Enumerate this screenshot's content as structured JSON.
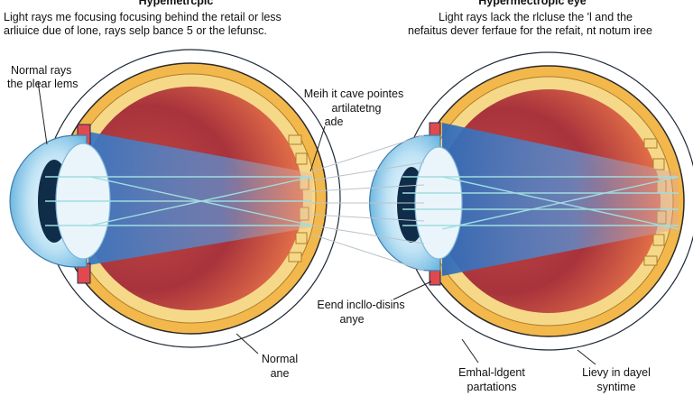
{
  "left_panel": {
    "title": "Hypemetrcpic",
    "caption_line1": "Light  rays me focusing focusing behind  the retail or less",
    "caption_line2": "arliuice due of  lone, rays selp bance 5 or the lefunsc.",
    "label_normal_rays_line1": "Normal rays",
    "label_normal_rays_line2": "the plear lems",
    "label_normal_line1": "Normal",
    "label_normal_line2": "ane"
  },
  "right_panel": {
    "title": "Hypermectropic eye",
    "caption_line1": "Light rays lack  the rlcluse  the 'l and  the",
    "caption_line2": "nefaitus dever ferfaue for  the refait,  nt notum iree",
    "label_emhal_line1": "Emhal-ldgent",
    "label_emhal_line2": "partations",
    "label_lievy_line1": "Lievy in dayel",
    "label_lievy_line2": "syntime"
  },
  "center_labels": {
    "top_line1": "Meih it cave pointes",
    "top_line2": "artilatetng",
    "top_line3": "ade",
    "bottom_line1": "Eend incllo-disins",
    "bottom_line2": "anye"
  },
  "colors": {
    "sclera_outer": "#f2b84b",
    "sclera_inner": "#f5d989",
    "vitreous_red": "#a8333c",
    "vitreous_orange": "#ee7a4a",
    "light_beam": "#3a76c0",
    "ray": "#9fdde0",
    "cornea": "#cfe8f7",
    "lens": "#eaf5fb",
    "iris": "#0f2c48"
  }
}
